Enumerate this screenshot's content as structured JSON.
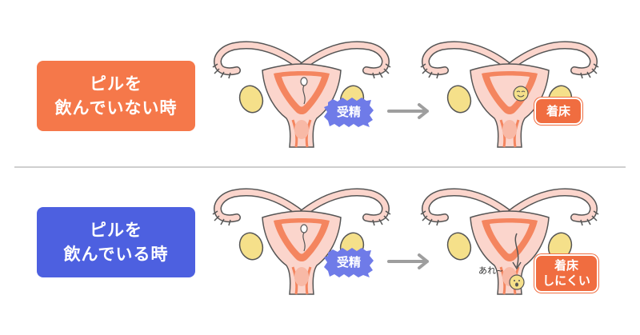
{
  "colors": {
    "top_label_bg": "#f5784a",
    "bottom_label_bg": "#4d60e0",
    "fertilization_badge": "#6f7be8",
    "implantation_badge": "#f06d40",
    "arrow": "#9e9e9e",
    "organ_fill": "#fbd5cc",
    "organ_outline": "#555555",
    "ovary_fill": "#f5e08a",
    "uterus_lining": "#f4855f"
  },
  "top_row": {
    "label_line1": "ピルを",
    "label_line2": "飲んでいない時",
    "fertilization": "受精",
    "implantation": "着床"
  },
  "bottom_row": {
    "label_line1": "ピルを",
    "label_line2": "飲んでいる時",
    "fertilization": "受精",
    "implantation_line1": "着床",
    "implantation_line2": "しにくい",
    "note": "あれ~"
  }
}
